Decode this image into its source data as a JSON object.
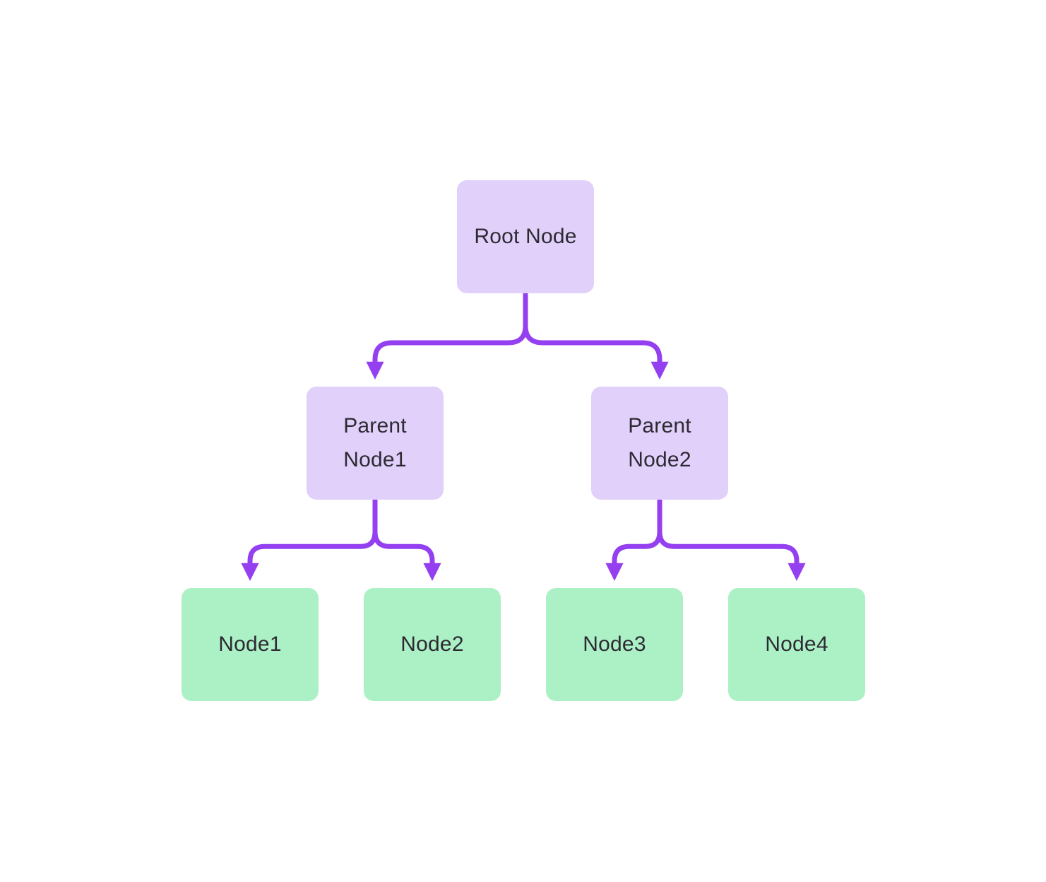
{
  "diagram": {
    "type": "tree",
    "background": "#FFFFFF",
    "colors": {
      "branch_node_fill": "#E1D0FA",
      "leaf_node_fill": "#ACF1C6",
      "edge": "#9440F0",
      "node_text": "#2D2A33"
    },
    "nodes": {
      "root": {
        "id": "root",
        "kind": "branch",
        "label": "Root Node"
      },
      "parent1": {
        "id": "parent1",
        "kind": "branch",
        "label": "Parent\nNode1"
      },
      "parent2": {
        "id": "parent2",
        "kind": "branch",
        "label": "Parent\nNode2"
      },
      "node1": {
        "id": "node1",
        "kind": "leaf",
        "label": "Node1"
      },
      "node2": {
        "id": "node2",
        "kind": "leaf",
        "label": "Node2"
      },
      "node3": {
        "id": "node3",
        "kind": "leaf",
        "label": "Node3"
      },
      "node4": {
        "id": "node4",
        "kind": "leaf",
        "label": "Node4"
      }
    },
    "edges": [
      {
        "from": "root",
        "to": "parent1"
      },
      {
        "from": "root",
        "to": "parent2"
      },
      {
        "from": "parent1",
        "to": "node1"
      },
      {
        "from": "parent1",
        "to": "node2"
      },
      {
        "from": "parent2",
        "to": "node3"
      },
      {
        "from": "parent2",
        "to": "node4"
      }
    ]
  }
}
